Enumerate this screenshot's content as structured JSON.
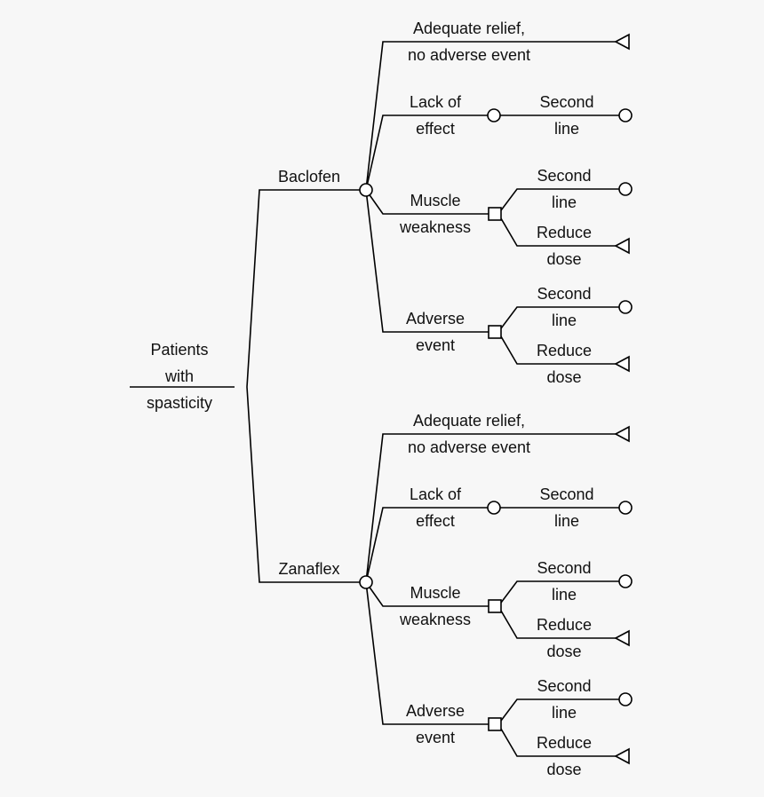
{
  "root": {
    "label": [
      "Patients",
      "with",
      "spasticity"
    ],
    "node": "decision-node"
  },
  "branches": [
    {
      "label": "Baclofen",
      "node": "chance-node",
      "outcomes": [
        {
          "label": [
            "Adequate relief,",
            "no adverse event"
          ],
          "terminal": "terminal-node"
        },
        {
          "label": [
            "Lack of",
            "effect"
          ],
          "node": "chance-node",
          "children": [
            {
              "label": [
                "Second",
                "line"
              ],
              "end": "chance-node"
            }
          ]
        },
        {
          "label": [
            "Muscle",
            "weakness"
          ],
          "node": "decision-node",
          "children": [
            {
              "label": [
                "Second",
                "line"
              ],
              "end": "chance-node"
            },
            {
              "label": [
                "Reduce",
                "dose"
              ],
              "end": "terminal-node"
            }
          ]
        },
        {
          "label": [
            "Adverse",
            "event"
          ],
          "node": "decision-node",
          "children": [
            {
              "label": [
                "Second",
                "line"
              ],
              "end": "chance-node"
            },
            {
              "label": [
                "Reduce",
                "dose"
              ],
              "end": "terminal-node"
            }
          ]
        }
      ]
    },
    {
      "label": "Zanaflex",
      "node": "chance-node",
      "outcomes": [
        {
          "label": [
            "Adequate relief,",
            "no adverse event"
          ],
          "terminal": "terminal-node"
        },
        {
          "label": [
            "Lack of",
            "effect"
          ],
          "node": "chance-node",
          "children": [
            {
              "label": [
                "Second",
                "line"
              ],
              "end": "chance-node"
            }
          ]
        },
        {
          "label": [
            "Muscle",
            "weakness"
          ],
          "node": "decision-node",
          "children": [
            {
              "label": [
                "Second",
                "line"
              ],
              "end": "chance-node"
            },
            {
              "label": [
                "Reduce",
                "dose"
              ],
              "end": "terminal-node"
            }
          ]
        },
        {
          "label": [
            "Adverse",
            "event"
          ],
          "node": "decision-node",
          "children": [
            {
              "label": [
                "Second",
                "line"
              ],
              "end": "chance-node"
            },
            {
              "label": [
                "Reduce",
                "dose"
              ],
              "end": "terminal-node"
            }
          ]
        }
      ]
    }
  ]
}
